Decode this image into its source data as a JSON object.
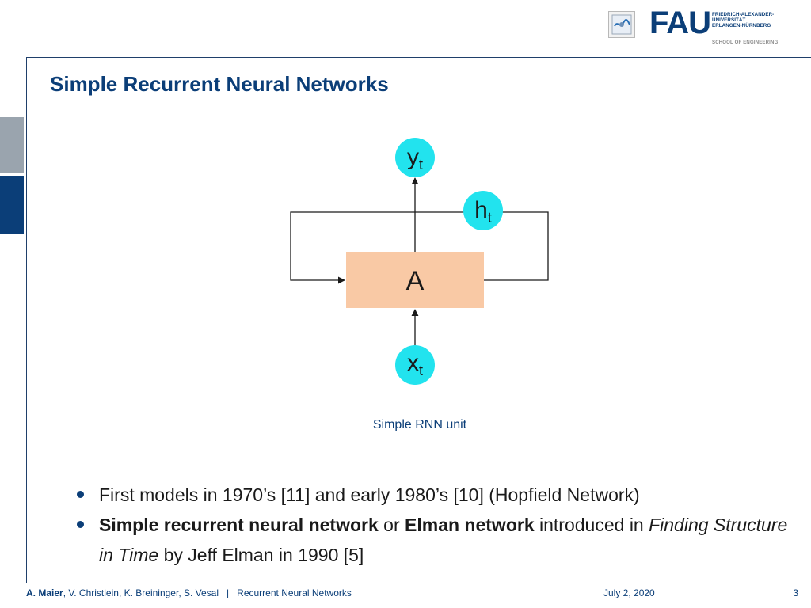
{
  "header": {
    "logo_text": "FAU",
    "university_lines": [
      "FRIEDRICH-ALEXANDER-",
      "UNIVERSITÄT",
      "ERLANGEN-NÜRNBERG"
    ],
    "school": "SCHOOL OF ENGINEERING"
  },
  "slide": {
    "title": "Simple Recurrent Neural Networks"
  },
  "diagram": {
    "unit_label": "A",
    "output_base": "y",
    "hidden_base": "h",
    "input_base": "x",
    "subscript": "t",
    "caption": "Simple RNN unit",
    "colors": {
      "node": "#22e3ee",
      "unit": "#f9c9a5",
      "line": "#1a1a1a"
    }
  },
  "bullets": [
    {
      "text": "First models in 1970’s [11] and early 1980’s [10] (Hopfield Network)"
    },
    {
      "bold1": "Simple recurrent neural network",
      "t1": " or ",
      "bold2": "Elman network",
      "t2": " introduced in ",
      "italic": "Finding Structure in Time",
      "t3": " by Jeff Elman in 1990 [5]"
    }
  ],
  "footer": {
    "author_bold": "A. Maier",
    "authors_rest": ", V. Christlein, K. Breininger, S. Vesal",
    "separator": "|",
    "course": "Recurrent Neural Networks",
    "date": "July 2, 2020",
    "page": "3"
  }
}
